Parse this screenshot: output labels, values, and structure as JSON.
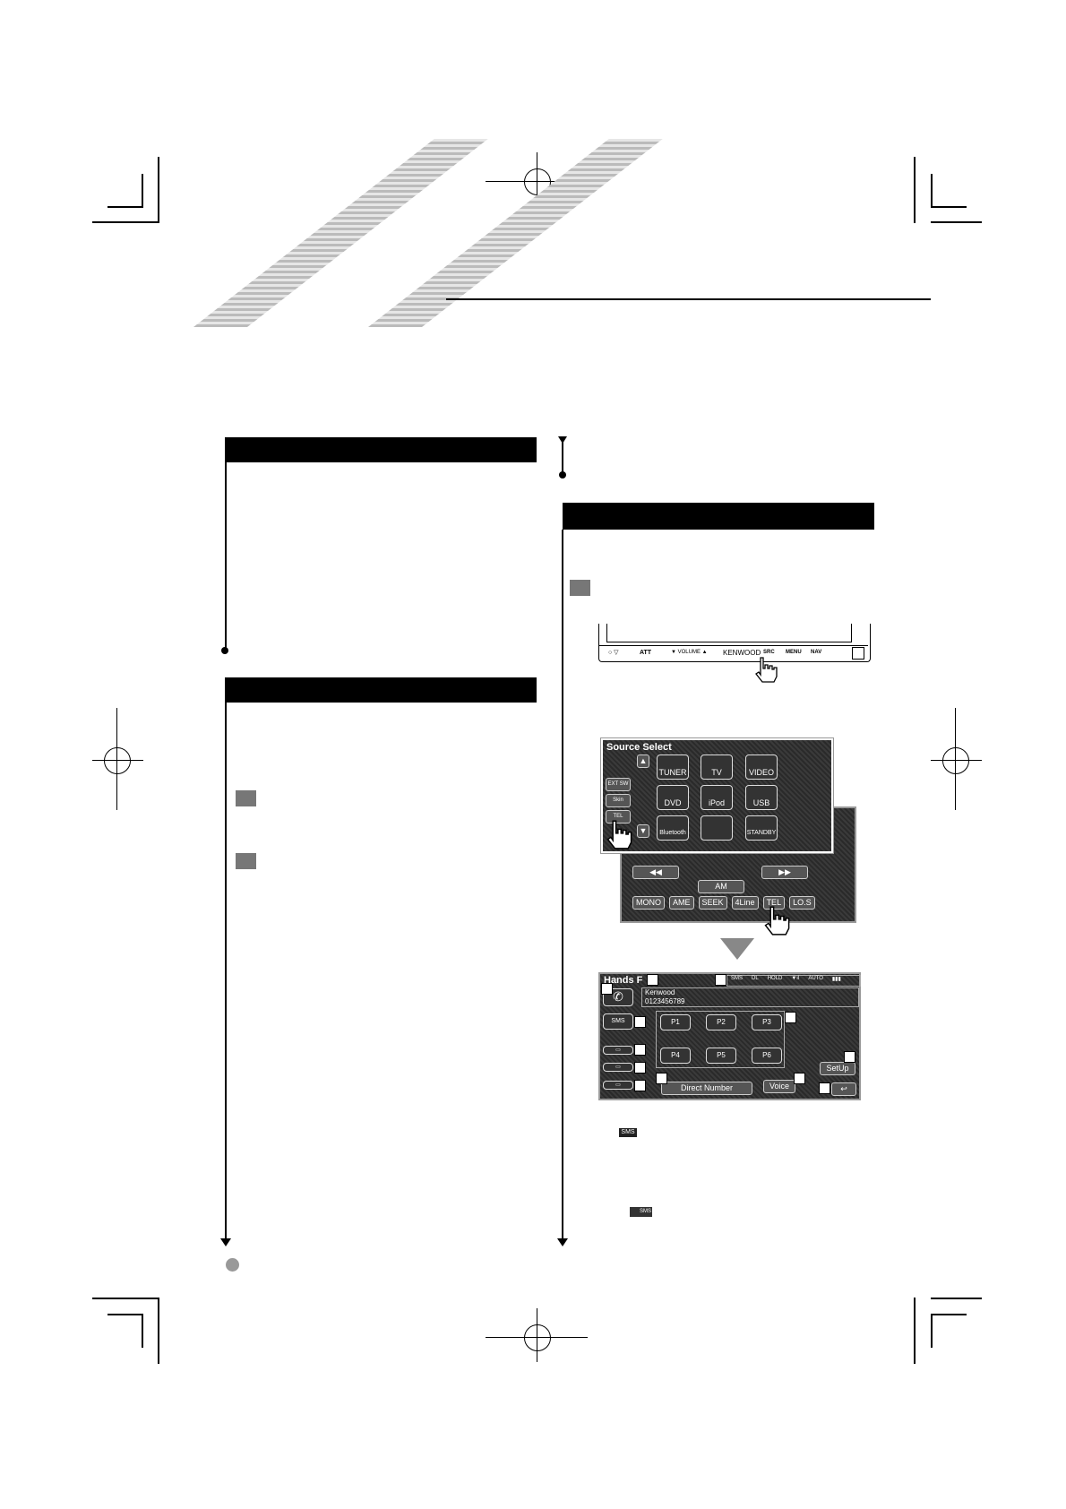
{
  "faceplate": {
    "brand": "KENWOOD",
    "volume": "VOLUME",
    "buttons": [
      "ATT",
      "SRC",
      "MENU",
      "NAV"
    ]
  },
  "source_select": {
    "title": "Source Select",
    "side": [
      "EXT SW",
      "Skin",
      "TEL"
    ],
    "sources": [
      "TUNER",
      "TV",
      "VIDEO",
      "DVD",
      "iPod",
      "USB",
      "Bluetooth",
      "",
      "STANDBY"
    ]
  },
  "tuner": {
    "band": "AM",
    "buttons": [
      "MONO",
      "AME",
      "SEEK",
      "4Line",
      "TEL",
      "LO.S"
    ]
  },
  "hands_free": {
    "title": "Hands F",
    "status": [
      "SMS",
      "DL",
      "HOLD",
      "AUTO"
    ],
    "name": "Kenwood",
    "number": "0123456789",
    "presets": [
      "P1",
      "P2",
      "P3",
      "P4",
      "P5",
      "P6"
    ],
    "sms": "SMS",
    "direct": "Direct Number",
    "voice": "Voice",
    "setup": "SetUp"
  },
  "inline_icons": {
    "sms": "SMS",
    "sms_envelope": "SMS"
  }
}
